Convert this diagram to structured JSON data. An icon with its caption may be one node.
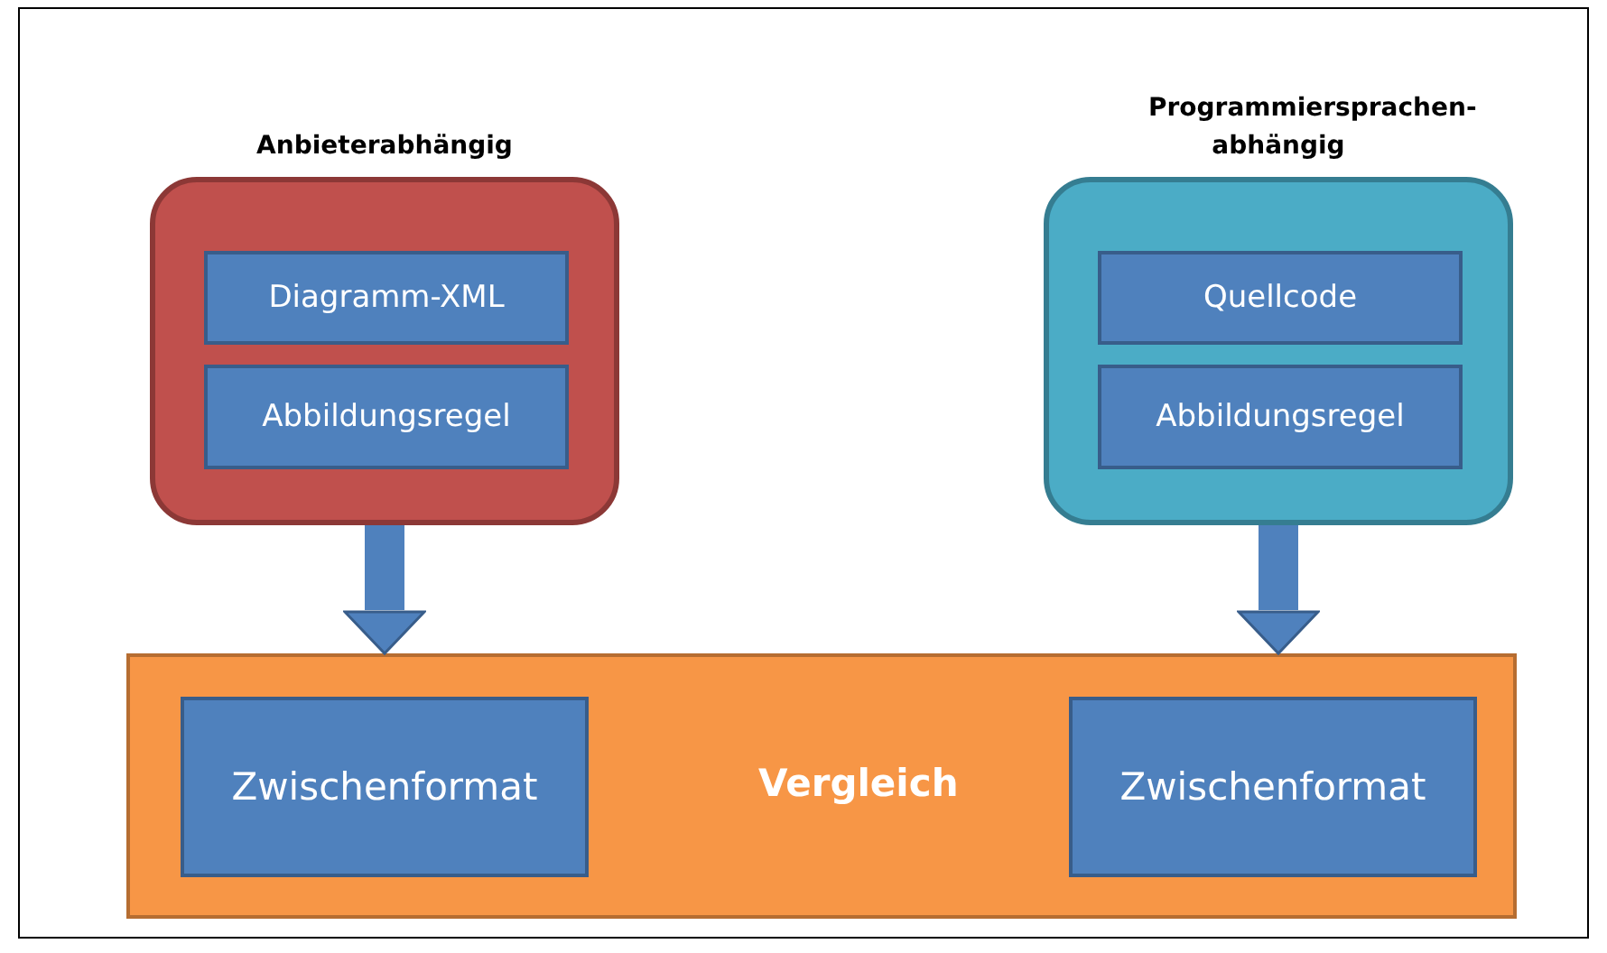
{
  "diagram": {
    "nodes": [
      {
        "text": [
          "Anbieterabhängig"
        ]
      },
      {
        "text": [
          "Diagramm-XML"
        ],
        "in": 0
      },
      {
        "text": [
          "Abbildungsregel"
        ],
        "in": 0
      },
      {
        "text": [
          "Programmiersprachen-abhängig"
        ]
      },
      {
        "text": [
          "Quellcode"
        ],
        "in": 3
      },
      {
        "text": [
          "Abbildungsregel"
        ],
        "in": 3
      },
      {
        "text": [
          "Vergleich"
        ]
      },
      {
        "text": [
          "Zwischenformat"
        ],
        "in": 6
      },
      {
        "text": [
          "Zwischenformat"
        ],
        "in": 6
      }
    ],
    "edges": [
      {
        "from": 0,
        "to": 6,
        "arrow": "to"
      },
      {
        "from": 3,
        "to": 6,
        "arrow": "to"
      }
    ]
  }
}
